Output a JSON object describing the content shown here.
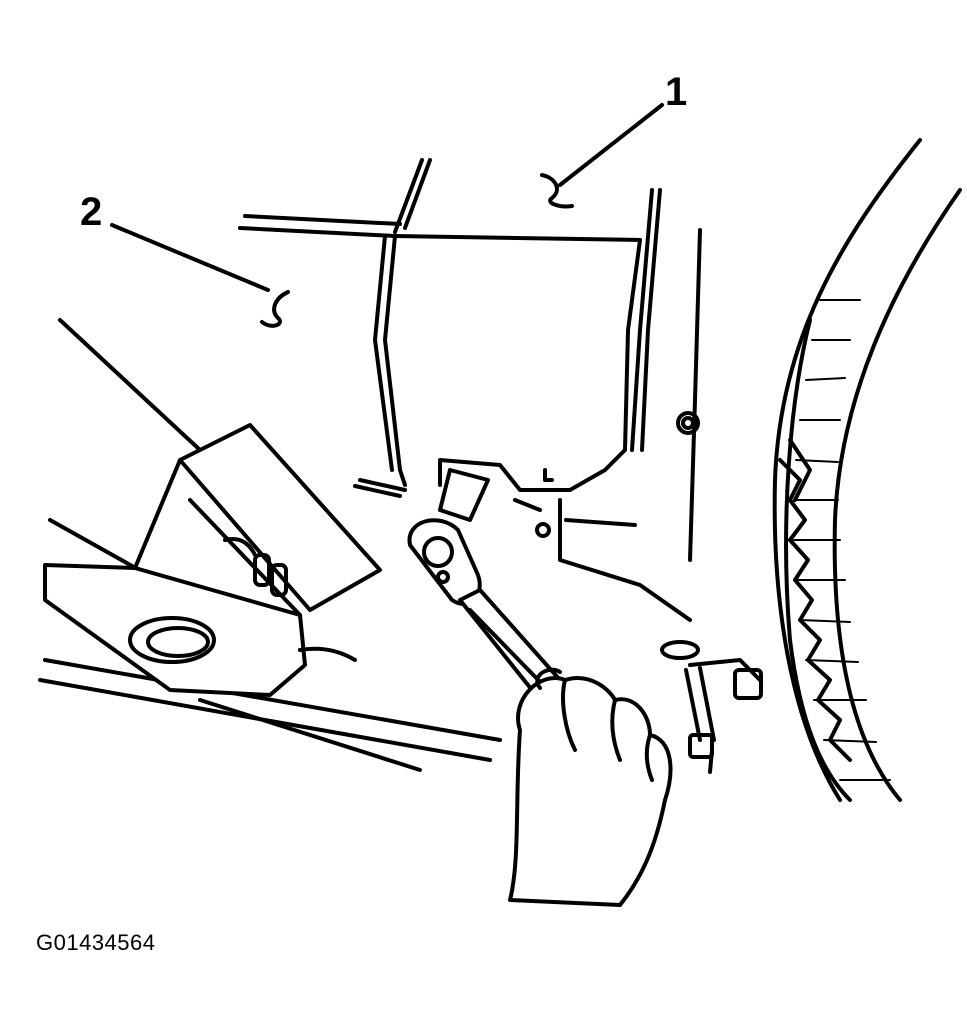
{
  "callouts": [
    {
      "label": "1"
    },
    {
      "label": "2"
    }
  ],
  "figure_id": "G01434564"
}
